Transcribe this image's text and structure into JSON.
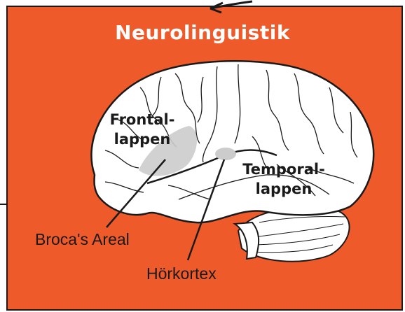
{
  "title": "Neurolinguistik",
  "labels": {
    "frontal_line1": "Frontal-",
    "frontal_line2": "lappen",
    "temporal_line1": "Temporal-",
    "temporal_line2": "lappen",
    "broca": "Broca's Areal",
    "hoerkortex": "Hörkortex"
  },
  "colors": {
    "panel": "#ef5a2a",
    "brain": "#ffffff",
    "highlight": "#cccccc",
    "outline": "#1a1a1a"
  }
}
